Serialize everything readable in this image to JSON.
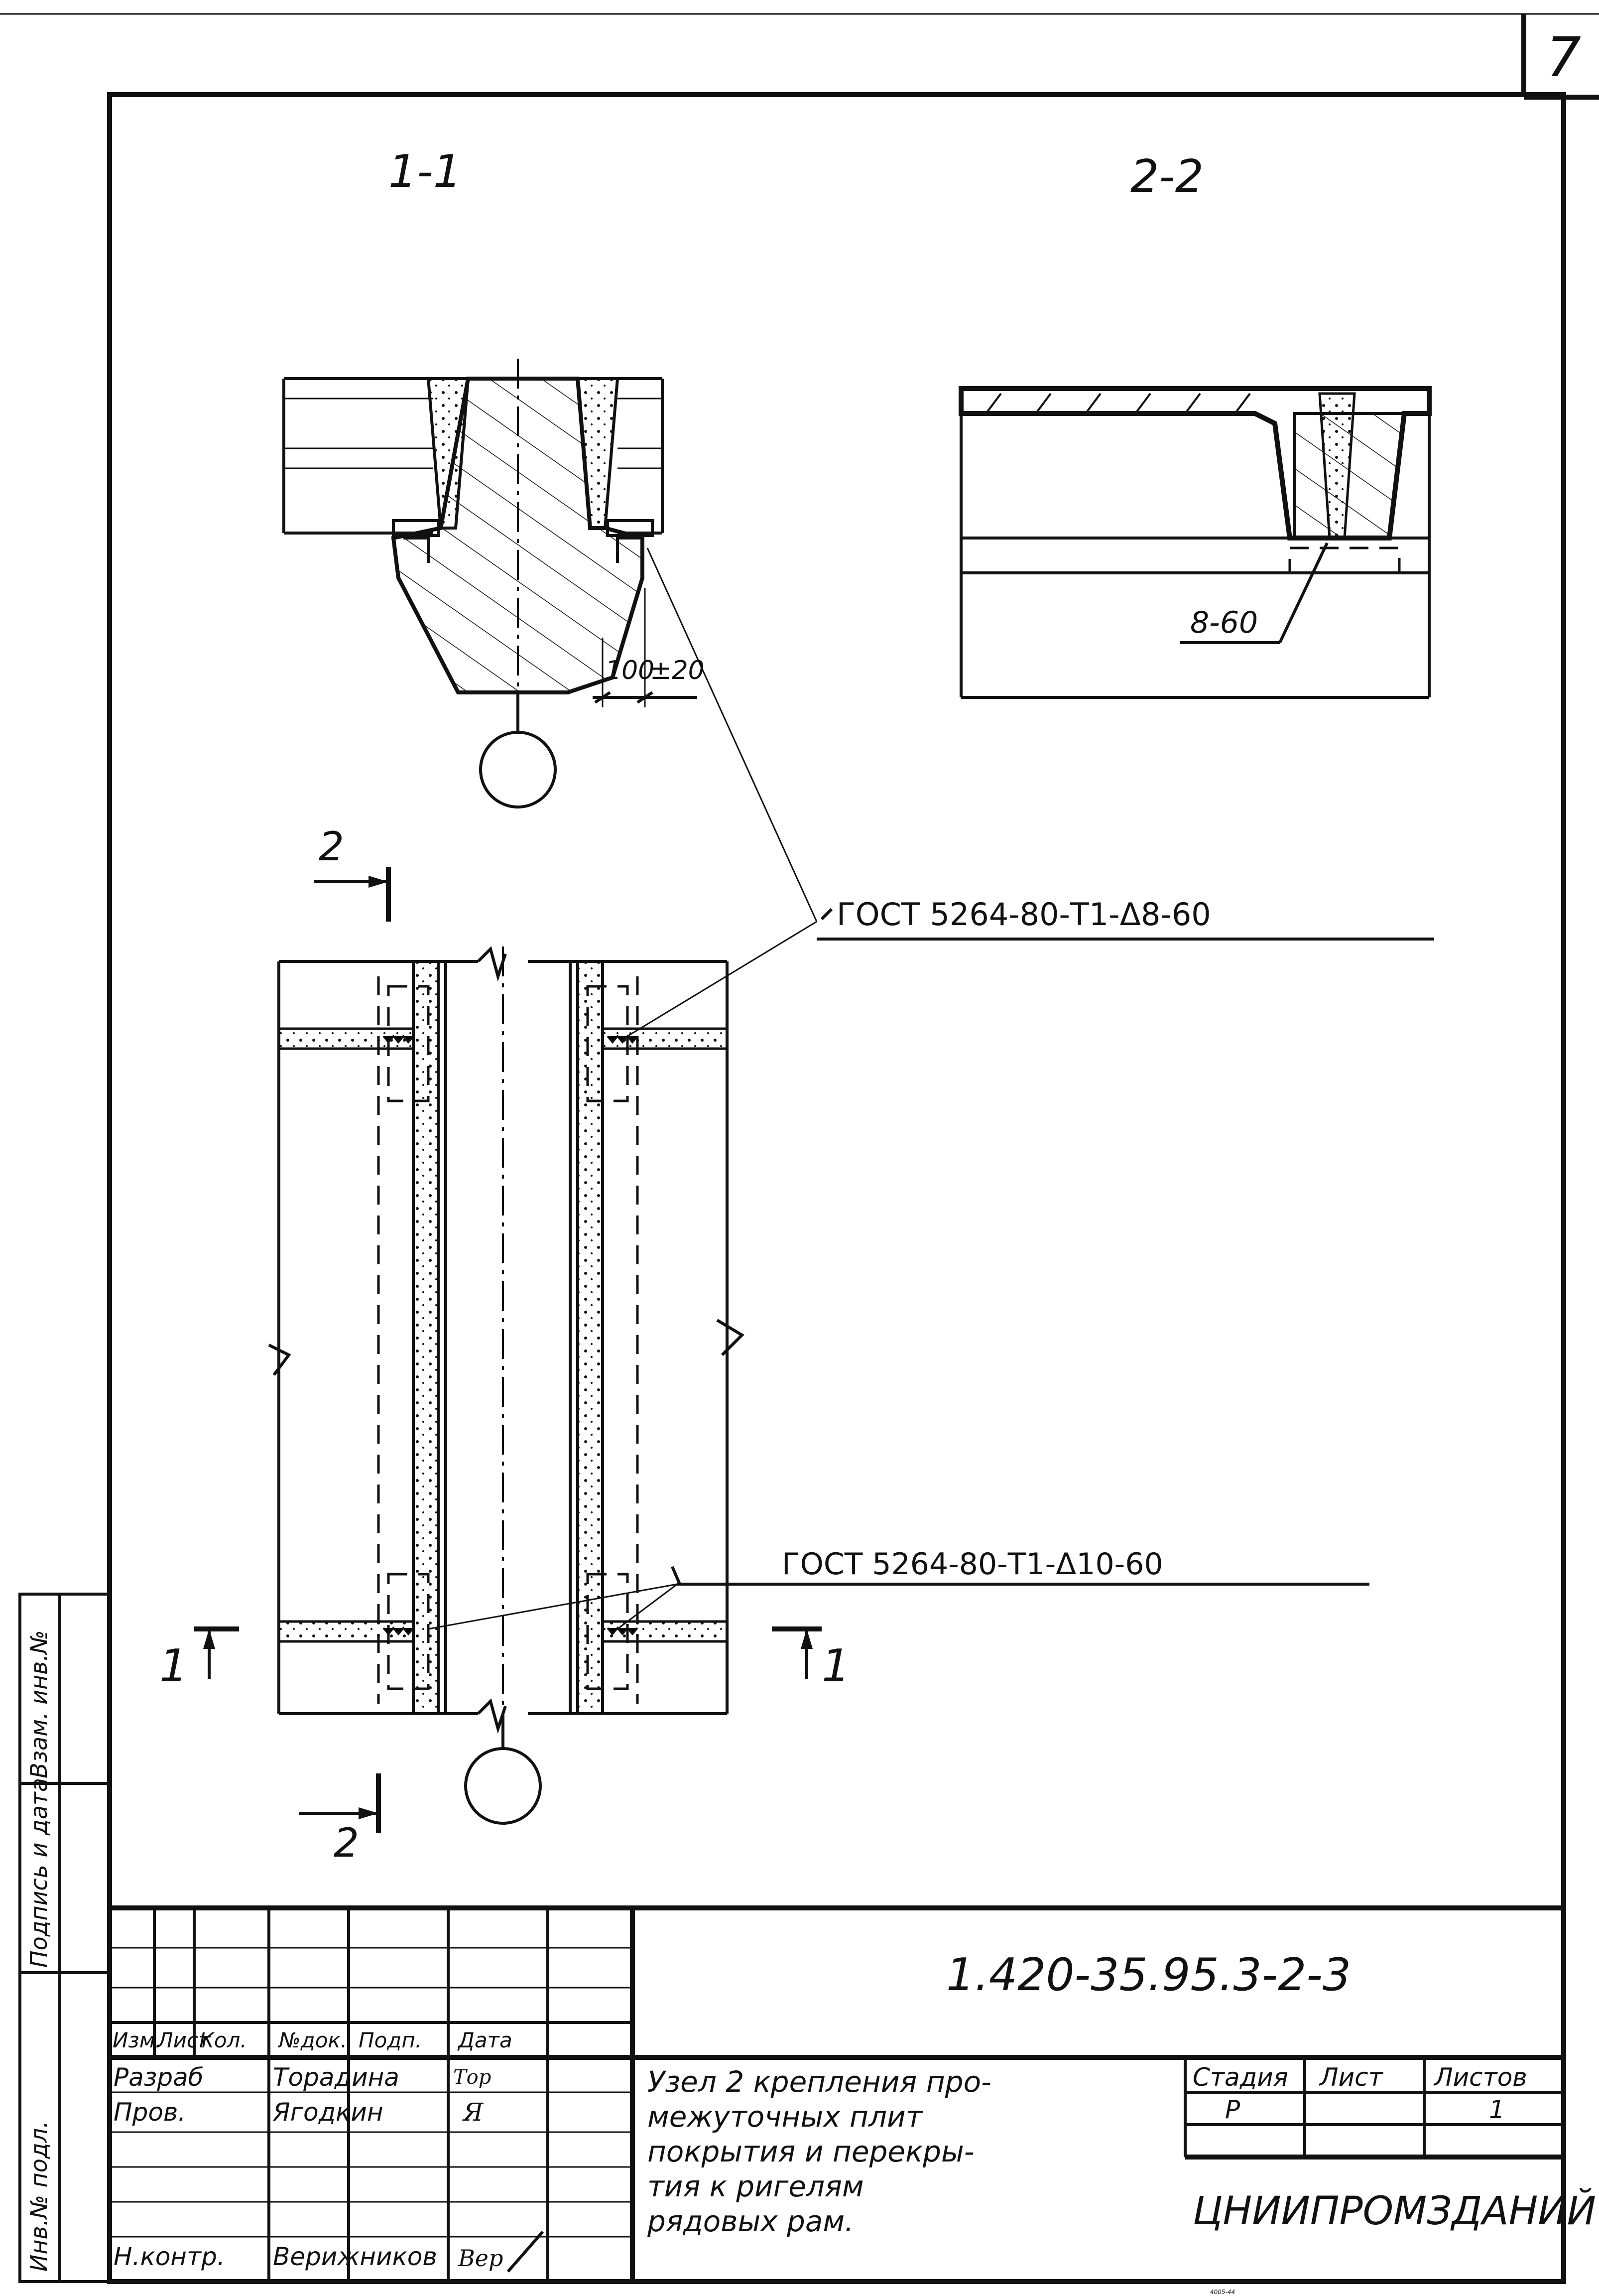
{
  "sheet": {
    "page_number": "7"
  },
  "sections": {
    "section_1": "1-1",
    "section_2": "2-2"
  },
  "dimensions": {
    "dim_100": "100",
    "dim_tol": "±20",
    "dim_8_60": "8-60"
  },
  "markers": {
    "cut_2_top": "2",
    "cut_2_bottom": "2",
    "cut_1_left": "1",
    "cut_1_right": "1"
  },
  "callouts": {
    "weld_top": "ГОСТ 5264-80-Т1-Δ8-60",
    "weld_bottom": "ГОСТ 5264-80-Т1-Δ10-60"
  },
  "side_stamp": {
    "inv_podl": "Инв.№ подл.",
    "sign_date": "Подпись и дата",
    "vzam": "Взам. инв.№"
  },
  "title_block": {
    "doc_code": "1.420-35.95.3-2-3",
    "headers": [
      "Изм.",
      "Лист",
      "Кол.",
      "№док.",
      "Подп.",
      "Дата"
    ],
    "rows": [
      {
        "role": "Разраб",
        "name": "Торадина",
        "sign": "Тор"
      },
      {
        "role": "Пров.",
        "name": "Ягодкин",
        "sign": "Я"
      },
      {
        "role": "Н.контр.",
        "name": "Верижников",
        "sign": "Вер"
      }
    ],
    "title": [
      "Узел 2 крепления про-",
      "межуточных плит",
      "покрытия и перекры-",
      "тия к ригелям",
      "рядовых рам."
    ],
    "stage_header": "Стадия",
    "sheet_header": "Лист",
    "sheets_header": "Листов",
    "stage": "Р",
    "sheets": "1",
    "org": "ЦНИИПРОМЗДАНИЙ",
    "footer_code": "4005-44"
  }
}
